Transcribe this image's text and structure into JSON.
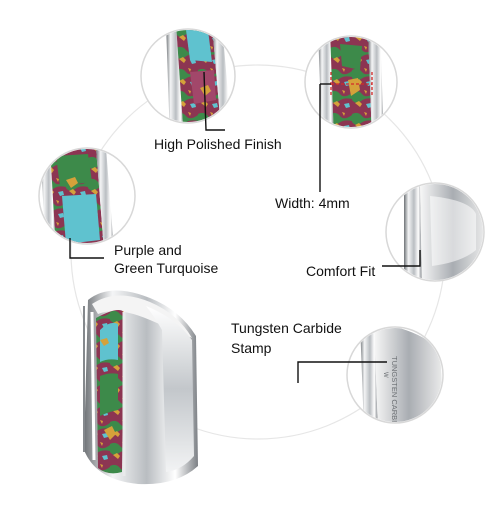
{
  "features": {
    "polish": "High Polished Finish",
    "width": "Width: 4mm",
    "inlay_line1": "Purple and",
    "inlay_line2": "Green Turquoise",
    "comfort": "Comfort Fit",
    "stamp_line1": "Tungsten Carbide",
    "stamp_line2": "Stamp"
  },
  "stamp_engraving": "TUNGSTEN CARBIDE",
  "colors": {
    "turquoise": "#5fc2cf",
    "purple": "#8c3552",
    "green": "#3d8a4a",
    "gold": "#d5a13a",
    "silver": "#c8ccd0",
    "callout_red": "#d52a2a"
  }
}
